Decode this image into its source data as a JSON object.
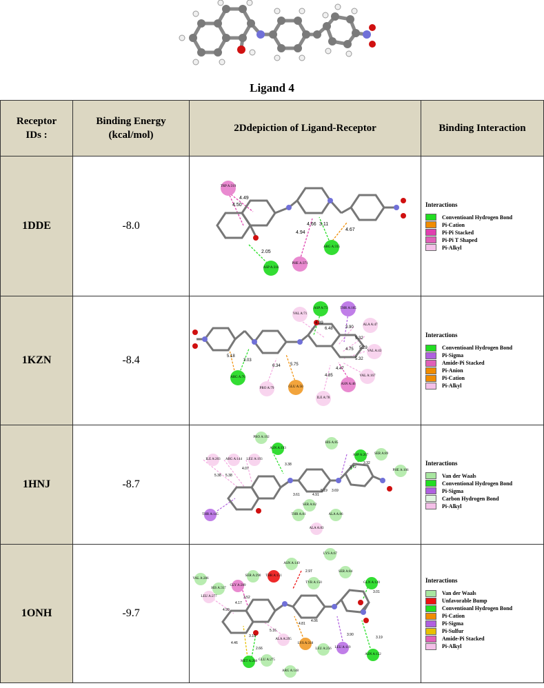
{
  "ligand_title": "Ligand 4",
  "headers": {
    "receptor": [
      "Receptor",
      "IDs :"
    ],
    "energy": [
      "Binding Energy",
      "(kcal/mol)"
    ],
    "depiction": "2Ddepiction of  Ligand-Receptor",
    "interaction": "Binding Interaction"
  },
  "rows": [
    {
      "id": "1DDE",
      "energy": "-8.0",
      "legend_title": "Interactions",
      "legend": [
        {
          "label": "Conventioanl Hydrogen Bond",
          "color": "#22dd22"
        },
        {
          "label": "Pi-Cation",
          "color": "#f08c00"
        },
        {
          "label": "Pi-Pi Stacked",
          "color": "#e040b0"
        },
        {
          "label": "Pi-Pi T Shaped",
          "color": "#e060b8"
        },
        {
          "label": "Pi-Alkyl",
          "color": "#f4c0e8"
        }
      ],
      "residues": [
        "TRP A:319",
        "ASP A:316",
        "PHE A:371",
        "ARG A:315"
      ],
      "distances": [
        "4.49",
        "4.50",
        "4.66",
        "3.11",
        "4.94",
        "4.67",
        "2.05"
      ]
    },
    {
      "id": "1KZN",
      "energy": "-8.4",
      "legend_title": "Interactions",
      "legend": [
        {
          "label": "Conventioanl Hydrogen Bond",
          "color": "#22dd22"
        },
        {
          "label": "Pi-Sigma",
          "color": "#b060e0"
        },
        {
          "label": "Amide-Pi Stacked",
          "color": "#e060b8"
        },
        {
          "label": "Pi-Anion",
          "color": "#f08c00"
        },
        {
          "label": "Pi-Cation",
          "color": "#f08c00"
        },
        {
          "label": "Pi-Alkyl",
          "color": "#f4c0e8"
        }
      ],
      "residues": [
        "VAL A:71",
        "ASP A:73",
        "THR A:165",
        "ALA A:47",
        "VAL A:43",
        "VAL A:167",
        "ASN A:46",
        "ILE A:78",
        "GLU A:50",
        "PRO A:79",
        "ARG A:76"
      ],
      "distances": [
        "4.39",
        "6.48",
        "3.90",
        "5.32",
        "5.29",
        "4.75",
        "5.32",
        "4.47",
        "4.85",
        "5.75",
        "6.34",
        "5.18",
        "3.03"
      ]
    },
    {
      "id": "1HNJ",
      "energy": "-8.7",
      "legend_title": "Interactions",
      "legend": [
        {
          "label": "Van der Waals",
          "color": "#a8e6a0"
        },
        {
          "label": "Conventional  Hydrogen Bond",
          "color": "#22dd22"
        },
        {
          "label": " Pi-Sigma",
          "color": "#b060e0"
        },
        {
          "label": "Carbon Hydrogen Bond",
          "color": "#e0f4e0"
        },
        {
          "label": " Pi-Alkyl",
          "color": "#f4c0e8"
        }
      ],
      "residues": [
        "PRO A:192",
        "ASN A:193",
        "HIS A:85",
        "ASP A:207",
        "SER A:89",
        "PHE A:106",
        "ILE A:203",
        "ARG A:144",
        "LEU A:193",
        "THR A:145",
        "SER A:82",
        "THR A:81",
        "ALA A:86",
        "ALA A:83"
      ],
      "distances": [
        "3.38",
        "3.72",
        "3.32",
        "5.38",
        "5.38",
        "4.07",
        "3.61",
        "4.91",
        "5.19",
        "3.69"
      ]
    },
    {
      "id": "1ONH",
      "energy": "-9.7",
      "legend_title": "Interactions",
      "legend": [
        {
          "label": "Van der Waals",
          "color": "#a8e6a0"
        },
        {
          "label": "Unfavorable Bump",
          "color": "#ee1111"
        },
        {
          "label": "Conventioanl Hydrogen Bond",
          "color": "#22dd22"
        },
        {
          "label": "Pi-Cation",
          "color": "#f08c00"
        },
        {
          "label": "Pi-Sigma",
          "color": "#b060e0"
        },
        {
          "label": "Pi-Sulfur",
          "color": "#e8c000"
        },
        {
          "label": "Amide-Pi Stacked",
          "color": "#e060b8"
        },
        {
          "label": "Pi-Alkyl",
          "color": "#f4c0e8"
        }
      ],
      "residues": [
        "ASN A:149",
        "LYS A:67",
        "VAL A:286",
        "SER A:290",
        "THR A:151",
        "SER A:84",
        "HIS A:317",
        "GLY A:289",
        "TYR A:150",
        "GLN A:120",
        "LEU A:277",
        "ALA A:295",
        "LYS A:318",
        "LEU A:256",
        "LEU A:119",
        "ASN A:152",
        "MET A:268",
        "GLU A:275",
        "ARG A:148"
      ],
      "distances": [
        "2.97",
        "3.01",
        "3.52",
        "4.17",
        "4.99",
        "4.81",
        "4.06",
        "3.19",
        "3.90",
        "4.46",
        "5.16",
        "3.10",
        "2.66"
      ]
    }
  ]
}
